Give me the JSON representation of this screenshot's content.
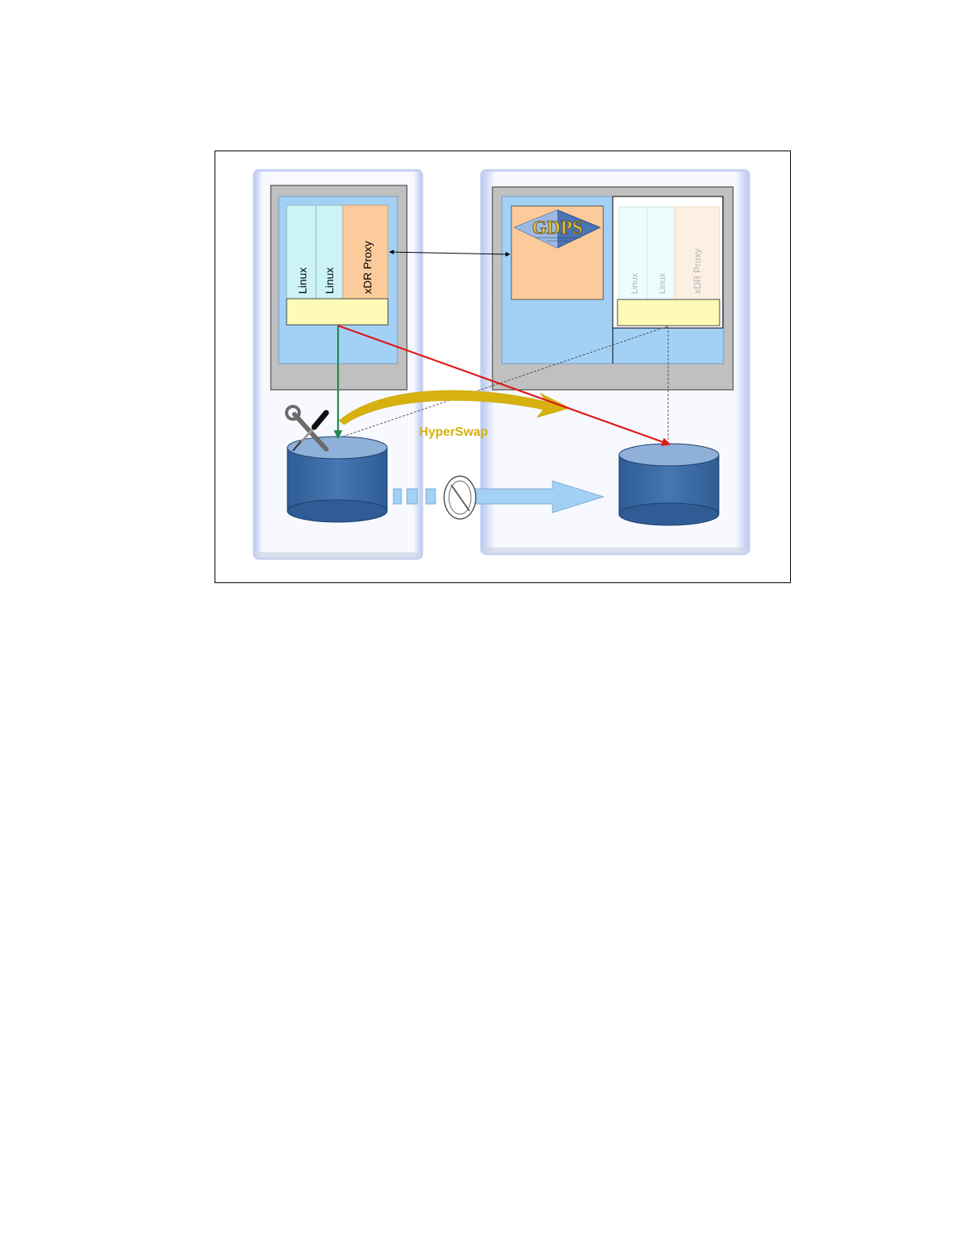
{
  "diagram": {
    "left_site": {
      "partitions": [
        {
          "label": "Linux"
        },
        {
          "label": "Linux"
        },
        {
          "label": "xDR Proxy"
        }
      ]
    },
    "right_site": {
      "controller_logo": "GDPS",
      "partitions": [
        {
          "label": "Linux"
        },
        {
          "label": "Linux"
        },
        {
          "label": "xDR Proxy"
        }
      ]
    },
    "hyperswap_label": "HyperSwap",
    "icons": {
      "maintenance": "wrench-screwdriver-icon",
      "blocked": "prohibited-icon"
    },
    "colors": {
      "site_frame": "#c9d4f1",
      "lpar_blue": "#a3d1f5",
      "linux_cyan": "#ccf4f8",
      "proxy_orange": "#fbcb9b",
      "hypervisor_yellow": "#fefbb6",
      "disk_blue": "#3f6ea7",
      "hyperswap_gold": "#d6b10f",
      "active_link_green": "#1e8a4c",
      "failover_red": "#e01818"
    }
  }
}
